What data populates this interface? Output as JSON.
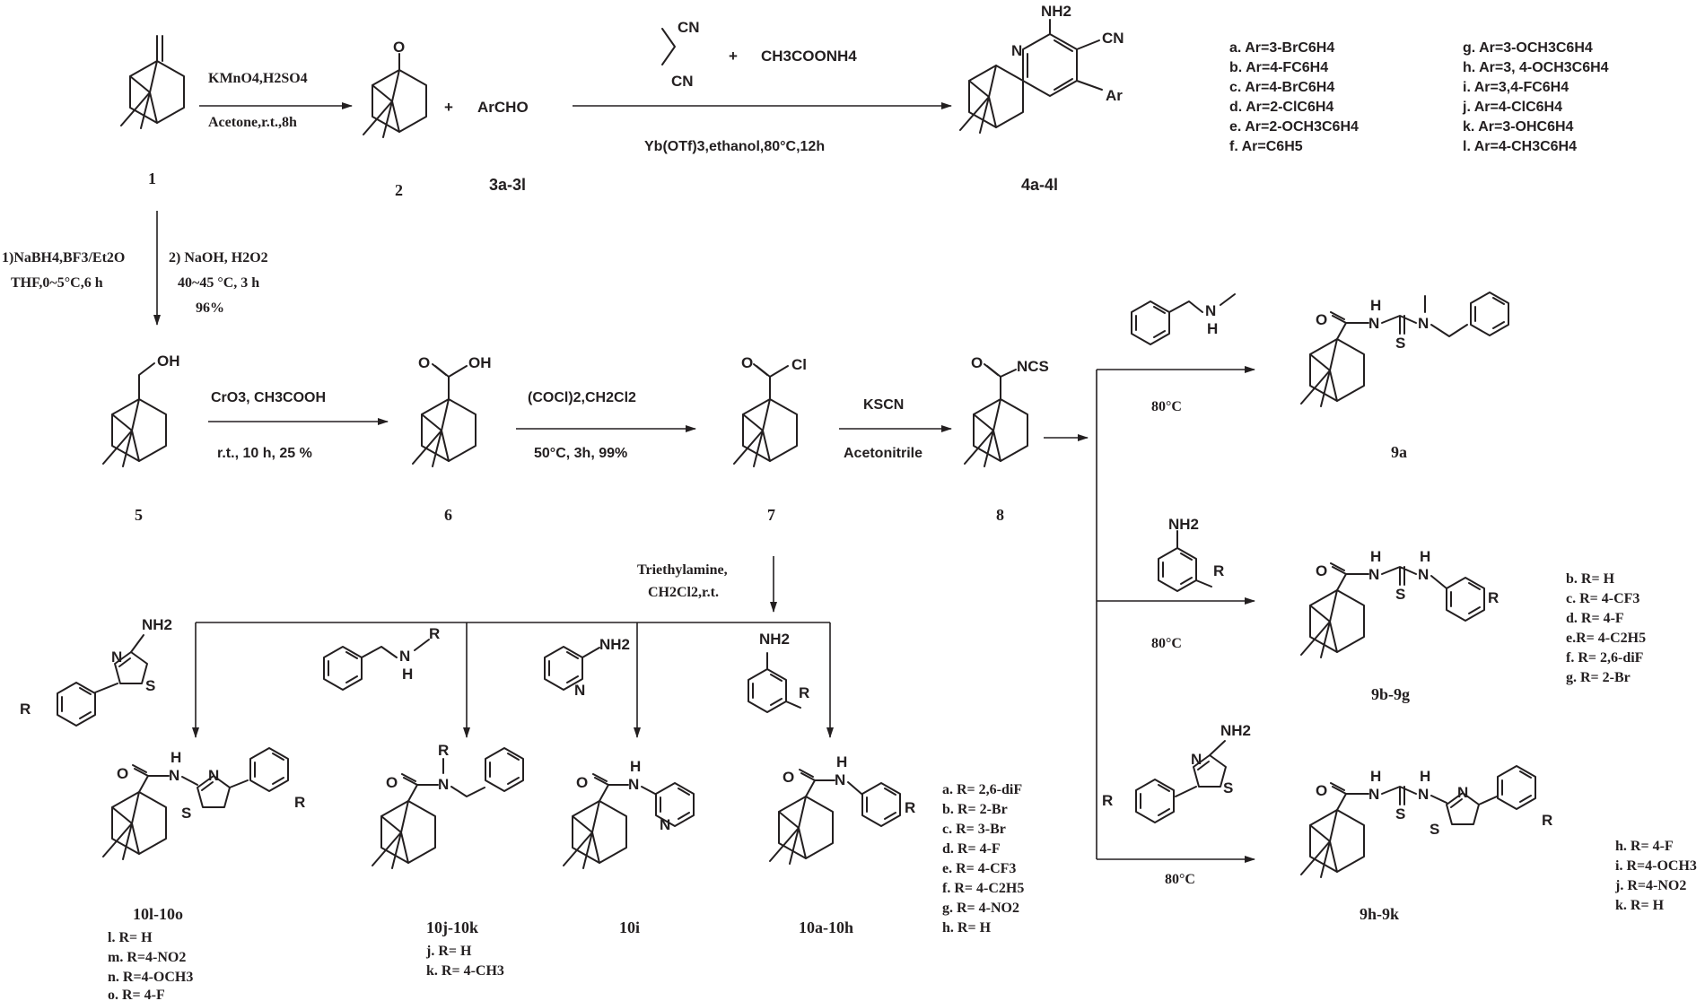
{
  "compounds": {
    "c1": "1",
    "c2": "2",
    "c3": "3a-3l",
    "c4": "4a-4l",
    "c5": "5",
    "c6": "6",
    "c7": "7",
    "c8": "8",
    "c9a": "9a",
    "c9b": "9b-9g",
    "c9h": "9h-9k",
    "c10lo": "10l-10o",
    "c10jk": "10j-10k",
    "c10i": "10i",
    "c10ah": "10a-10h"
  },
  "reagents": {
    "archo": "ArCHO",
    "malononitrile_cn": "CN",
    "ammonium_acetate": "CH3COONH4",
    "plus": "+"
  },
  "conditions": {
    "step1_top": "KMnO4,H2SO4",
    "step1_bottom": "Acetone,r.t.,8h",
    "step2_bottom": "Yb(OTf)3,ethanol,80°C,12h",
    "step3_left_1": "1)NaBH4,BF3/Et2O",
    "step3_left_2": "THF,0~5°C,6 h",
    "step3_right_1": "2) NaOH, H2O2",
    "step3_right_2": "40~45 °C, 3 h",
    "step3_yield": "96%",
    "step4_top": "CrO3, CH3COOH",
    "step4_bottom": "r.t., 10 h, 25 %",
    "step5_top": "(COCl)2,CH2Cl2",
    "step5_bottom": "50°C, 3h, 99%",
    "step6_top": "KSCN",
    "step6_bottom": "Acetonitrile",
    "step7_1": "Triethylamine,",
    "step7_2": "CH2Cl2,r.t.",
    "temp_9a": "80°C",
    "temp_9b": "80°C",
    "temp_9h": "80°C"
  },
  "atoms": {
    "O": "O",
    "OH": "OH",
    "Cl": "Cl",
    "NCS": "NCS",
    "N": "N",
    "H": "H",
    "S": "S",
    "NH2": "NH2",
    "CN": "CN",
    "Ar": "Ar",
    "R": "R"
  },
  "substituents": {
    "series4_left": [
      "a. Ar=3-BrC6H4",
      "b. Ar=4-FC6H4",
      "c. Ar=4-BrC6H4",
      "d. Ar=2-ClC6H4",
      "e. Ar=2-OCH3C6H4",
      "f. Ar=C6H5"
    ],
    "series4_right": [
      "g. Ar=3-OCH3C6H4",
      "h. Ar=3, 4-OCH3C6H4",
      "i. Ar=3,4-FC6H4",
      "j. Ar=4-ClC6H4",
      "k. Ar=3-OHC6H4",
      "l. Ar=4-CH3C6H4"
    ],
    "series9b": [
      "b. R= H",
      "c. R= 4-CF3",
      "d. R= 4-F",
      "e.R= 4-C2H5",
      "f. R= 2,6-diF",
      "g. R= 2-Br"
    ],
    "series9h": [
      "h. R= 4-F",
      "i.  R=4-OCH3",
      "j.  R=4-NO2",
      "k. R= H"
    ],
    "series10a": [
      "a. R= 2,6-diF",
      "b. R= 2-Br",
      "c. R= 3-Br",
      "d. R= 4-F",
      "e. R= 4-CF3",
      "f. R= 4-C2H5",
      "g. R= 4-NO2",
      "h. R= H"
    ],
    "series10j": [
      "j. R= H",
      "k. R= 4-CH3"
    ],
    "series10l": [
      "l. R= H",
      "m. R=4-NO2",
      "n. R=4-OCH3",
      "o. R= 4-F"
    ]
  }
}
